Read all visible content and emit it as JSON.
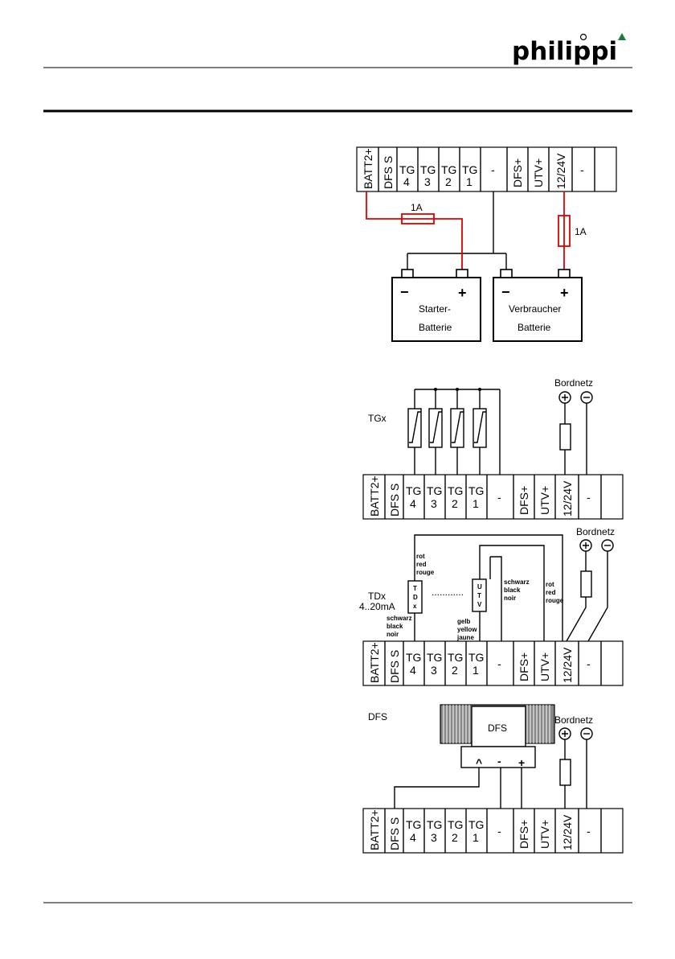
{
  "header": {
    "brand": "philippi",
    "brand_dot_color": "#c8102e",
    "brand_triangle_color": "#1a7a3a"
  },
  "terminal": {
    "labels_vertical": [
      "BATT2+",
      "DFS S"
    ],
    "tg": [
      {
        "top": "TG",
        "num": "4"
      },
      {
        "top": "TG",
        "num": "3"
      },
      {
        "top": "TG",
        "num": "2"
      },
      {
        "top": "TG",
        "num": "1"
      }
    ],
    "minus": "-",
    "labels_vertical2": [
      "DFS+",
      "UTV+",
      "12/24V"
    ],
    "minus2": "-"
  },
  "diagram1": {
    "fuse_left": "1A",
    "fuse_right": "1A",
    "starter": {
      "minus": "−",
      "plus": "+",
      "line1": "Starter-",
      "line2": "Batterie"
    },
    "verbraucher": {
      "minus": "−",
      "plus": "+",
      "line1": "Verbraucher",
      "line2": "Batterie"
    }
  },
  "diagram2": {
    "label": "TGx",
    "bordnetz": "Bordnetz"
  },
  "diagram3": {
    "label_line1": "TDx",
    "label_line2": "4..20mA",
    "bordnetz": "Bordnetz",
    "tdx_box": [
      "T",
      "D",
      "x"
    ],
    "utv_box": [
      "U",
      "T",
      "V"
    ],
    "dots": "............",
    "rot_left": [
      "rot",
      "red",
      "rouge"
    ],
    "schwarz_left": [
      "schwarz",
      "black",
      "noir"
    ],
    "gelb": [
      "gelb",
      "yellow",
      "jaune"
    ],
    "schwarz_mid": [
      "schwarz",
      "black",
      "noir"
    ],
    "rot_right": [
      "rot",
      "red",
      "rouge"
    ]
  },
  "diagram4": {
    "label": "DFS",
    "sensor": "DFS",
    "bordnetz": "Bordnetz",
    "pin_signal": "^",
    "pin_minus": "-",
    "pin_plus": "+"
  }
}
